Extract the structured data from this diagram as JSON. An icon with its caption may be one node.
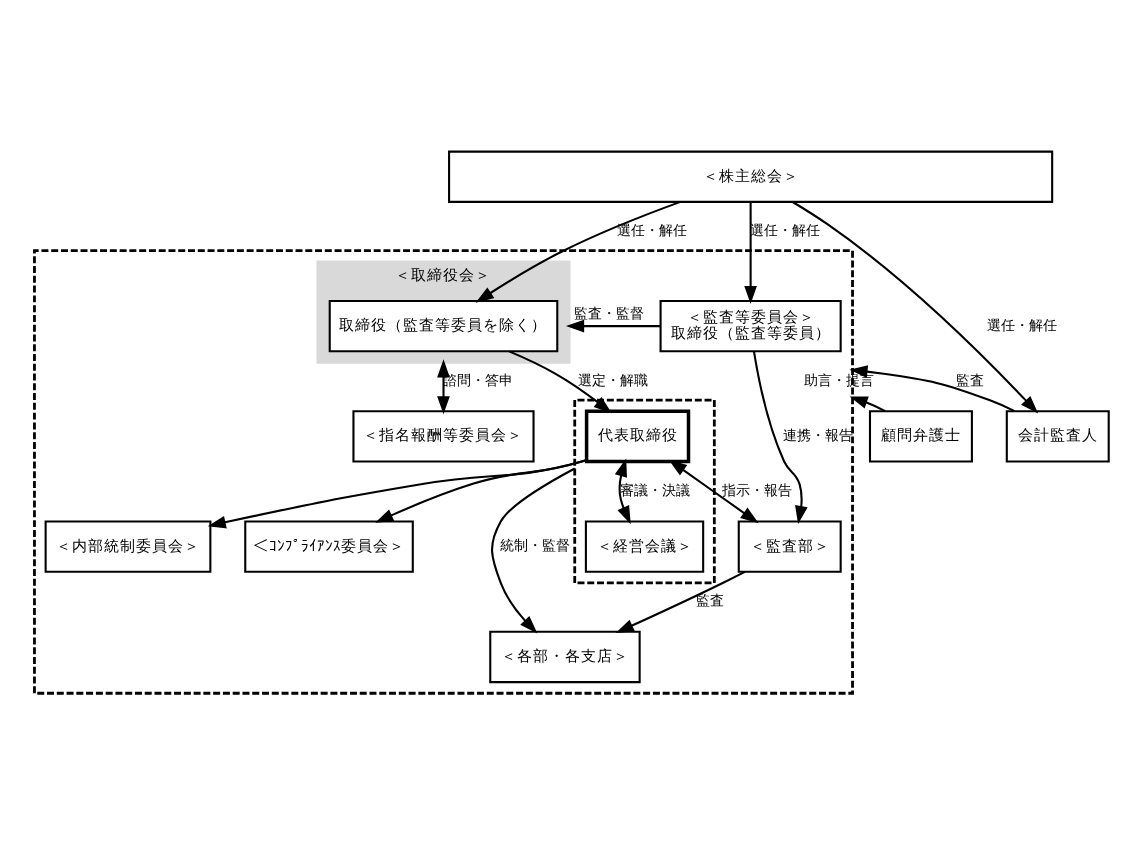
{
  "diagram": {
    "nodes": [
      {
        "text": [
          "＜株主総会＞"
        ]
      },
      {
        "text": [],
        "shape": "box"
      },
      {
        "text": [
          "＜取締役会＞"
        ],
        "in": 1
      },
      {
        "text": [
          "取締役（監査等委員を除く）"
        ],
        "in": 2
      },
      {
        "text": [
          "＜監査等委員会＞",
          "取締役（監査等委員）"
        ],
        "in": 1
      },
      {
        "text": [],
        "shape": "box",
        "in": 1
      },
      {
        "text": [
          "代表取締役"
        ],
        "in": 5
      },
      {
        "text": [
          "＜経営会議＞"
        ],
        "in": 5
      },
      {
        "text": [
          "＜指名報酬等委員会＞"
        ],
        "in": 1
      },
      {
        "text": [
          "＜監査部＞"
        ],
        "in": 1
      },
      {
        "text": [
          "＜ｺﾝﾌﾟﾗｲｱﾝｽ委員会＞"
        ],
        "in": 1
      },
      {
        "text": [
          "＜内部統制委員会＞"
        ],
        "in": 1
      },
      {
        "text": [
          "＜各部・各支店＞"
        ],
        "in": 1
      },
      {
        "text": [
          "顧問弁護士"
        ]
      },
      {
        "text": [
          "会計監査人"
        ]
      }
    ],
    "edges": [
      {
        "from": 0,
        "to": 3,
        "arrow": "to",
        "label": "選任・解任"
      },
      {
        "from": 0,
        "to": 4,
        "arrow": "to",
        "label": "選任・解任"
      },
      {
        "from": 0,
        "to": 14,
        "arrow": "to",
        "label": "選任・解任"
      },
      {
        "from": 3,
        "to": 6,
        "arrow": "to",
        "label": "選定・解職"
      },
      {
        "from": 4,
        "to": 2,
        "arrow": "to",
        "label": "監査・監督"
      },
      {
        "from": 2,
        "to": 8,
        "arrow": "both",
        "label": "諮問・答申"
      },
      {
        "from": 4,
        "to": 9,
        "arrow": "to",
        "label": "連携・報告"
      },
      {
        "from": 6,
        "to": 9,
        "arrow": "both",
        "label": "指示・報告"
      },
      {
        "from": 6,
        "to": 10,
        "arrow": "to"
      },
      {
        "from": 6,
        "to": 11,
        "arrow": "to"
      },
      {
        "from": 6,
        "to": 7,
        "arrow": "both",
        "label": "審議・決議"
      },
      {
        "from": 5,
        "to": 12,
        "arrow": "to",
        "label": "統制・監督"
      },
      {
        "from": 9,
        "to": 12,
        "arrow": "to",
        "label": "監査"
      },
      {
        "from": 13,
        "to": 1,
        "arrow": "to",
        "label": "助言・提言"
      },
      {
        "from": 14,
        "to": 1,
        "arrow": "to",
        "label": "監査"
      }
    ]
  }
}
